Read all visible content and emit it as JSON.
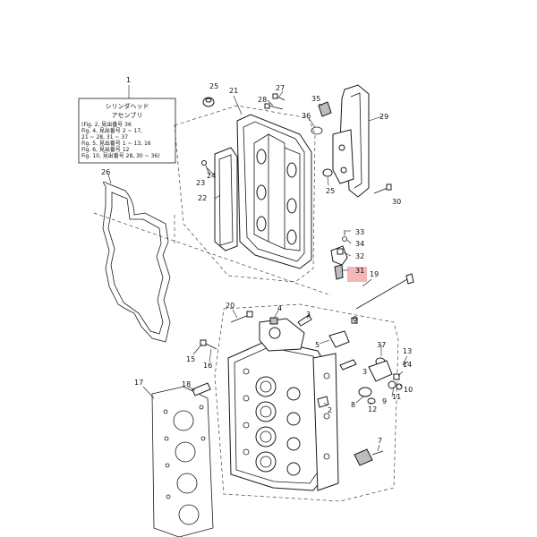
{
  "note": {
    "number": "1",
    "title_line1": "シリンダヘッド",
    "title_line2": "アセンブリ",
    "lines": [
      "(Fig. 2, 見出番号 36",
      " Fig. 4, 見出番号 2 ~ 17,",
      "          21 ~ 28, 31 ~ 37",
      " Fig. 5, 見出番号 1 ~ 13, 16",
      " Fig. 6, 見出番号 12",
      " Fig. 10, 見出番号 28, 30 ~ 36)"
    ]
  },
  "callouts": {
    "c2": "2",
    "c3a": "3",
    "c3b": "3",
    "c4": "4",
    "c5": "5",
    "c6": "6",
    "c7": "7",
    "c8": "8",
    "c9": "9",
    "c10": "10",
    "c11": "11",
    "c12": "12",
    "c13": "13",
    "c14": "14",
    "c15": "15",
    "c16": "16",
    "c17": "17",
    "c18": "18",
    "c19": "19",
    "c20": "20",
    "c21": "21",
    "c22": "22",
    "c23": "23",
    "c24": "24",
    "c25a": "25",
    "c25b": "25",
    "c26": "26",
    "c27": "27",
    "c28": "28",
    "c29": "29",
    "c30": "30",
    "c31": "31",
    "c32": "32",
    "c33": "33",
    "c34": "34",
    "c35": "35",
    "c36": "36",
    "c37": "37"
  },
  "colors": {
    "highlight": "#f4b6b6",
    "line": "#1a1a1a"
  }
}
